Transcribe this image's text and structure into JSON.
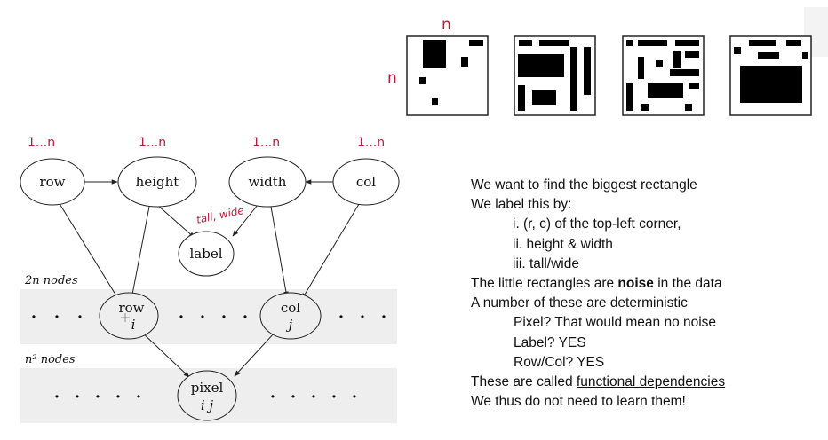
{
  "grid_figure": {
    "top_label": "n",
    "side_label": "n"
  },
  "diagram": {
    "range_labels": [
      "1...n",
      "1...n",
      "1...n",
      "1...n"
    ],
    "nodes": {
      "row": "row",
      "height": "height",
      "width": "width",
      "col": "col",
      "label": "label",
      "row_i_top": "row",
      "row_i_bottom": "i",
      "col_j_top": "col",
      "col_j_bottom": "j",
      "pixel_top": "pixel",
      "pixel_bottom": "i j"
    },
    "label_annotation": "tall, wide",
    "band1_label": "2n nodes",
    "band2_label": "n² nodes",
    "dots": "•"
  },
  "notes": {
    "line1": "We want to find the biggest rectangle",
    "line2": "We label this by:",
    "item1": "i.  (r, c) of the top-left corner,",
    "item2": "ii. height & width",
    "item3": "iii. tall/wide",
    "line3_pre": "The little rectangles are ",
    "line3_bold": "noise",
    "line3_post": " in the data",
    "line4": "A number of these are deterministic",
    "sub1": "Pixel? That would mean no noise",
    "sub2": "Label? YES",
    "sub3": "Row/Col? YES",
    "line5_pre": "These are called ",
    "line5_link": "functional dependencies",
    "line6": "We thus do not need to learn them!"
  },
  "colors": {
    "ink": "#111111",
    "handwriting": "#b0203a",
    "band": "#eeeeee"
  }
}
